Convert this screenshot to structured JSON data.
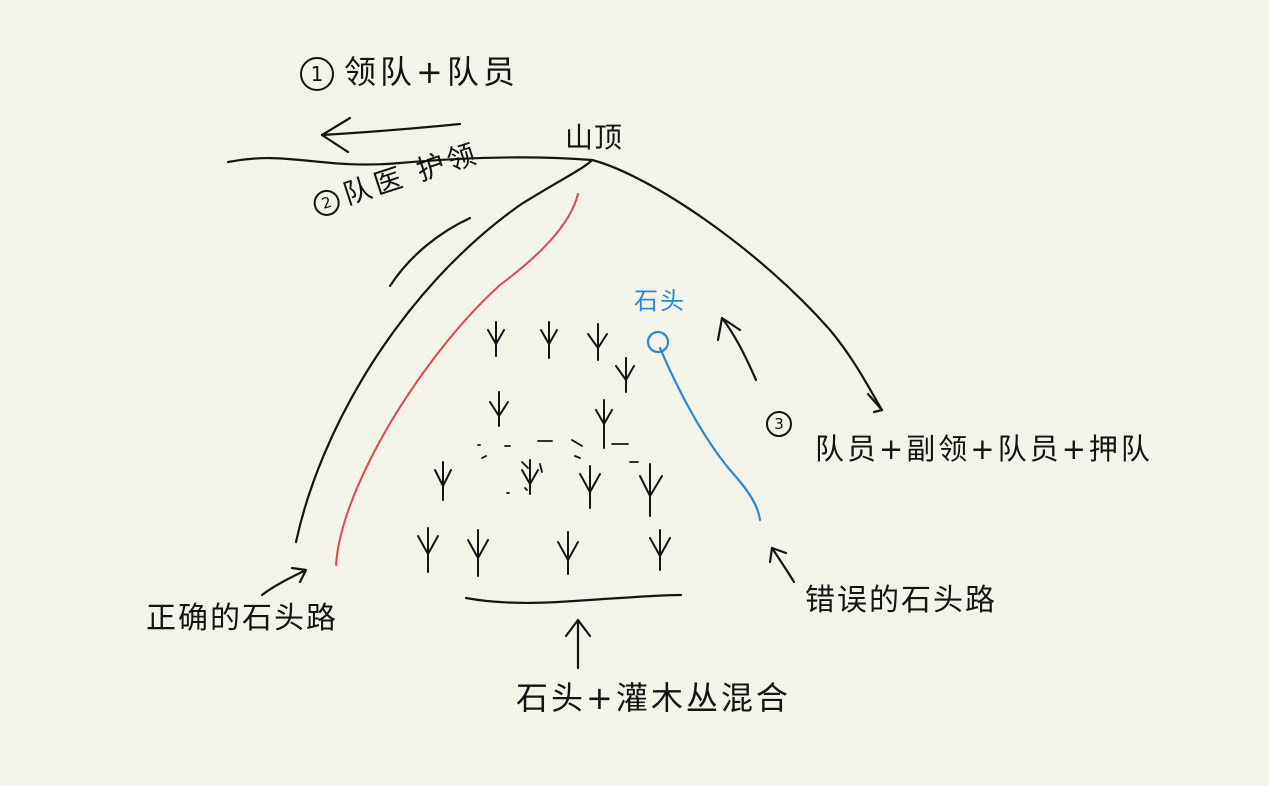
{
  "colors": {
    "ink": "#141414",
    "correct_path": "#e0484c",
    "wrong_path": "#2f86d6",
    "paper": "#f4f3ea"
  },
  "labels": {
    "route1_number": "1",
    "route1_text": "领队+队员",
    "summit": "山顶",
    "route2_number": "2",
    "route2_text": "队医 护领",
    "boulder": "石头",
    "route3_number": "3",
    "route3_text": "队员+副领+队员+押队",
    "correct_path": "正确的石头路",
    "wrong_path": "错误的石头路",
    "terrain": "石头+灌木丛混合"
  }
}
